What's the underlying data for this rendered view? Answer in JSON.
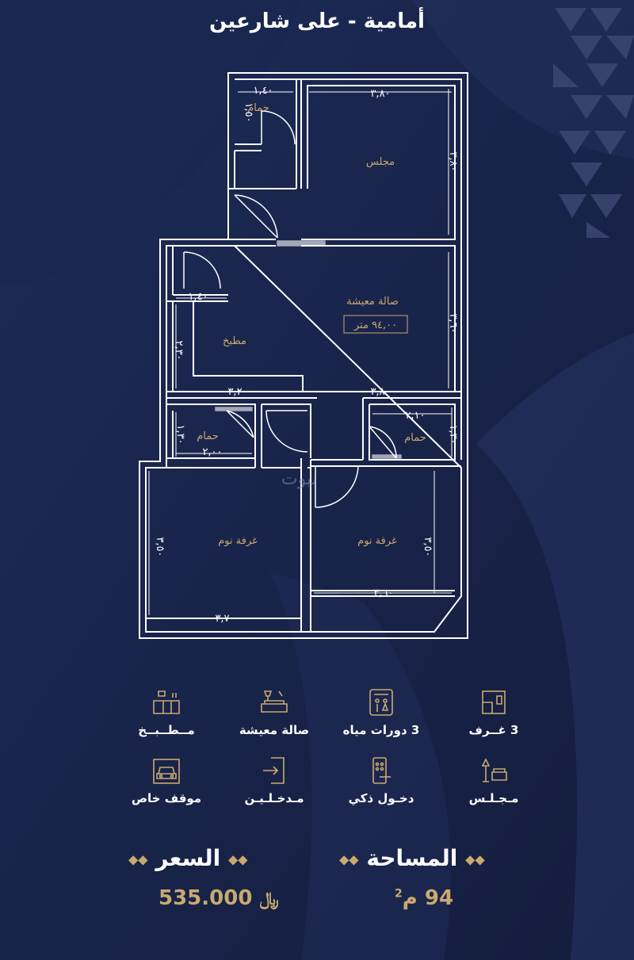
{
  "header": {
    "title": "أمامية - على شارعين"
  },
  "watermark": "بيوت",
  "plan": {
    "rooms": {
      "majlis": "مجلس",
      "living": "صالة معيشة",
      "kitchen": "مطبخ",
      "bath_top": "حمام",
      "bath_left": "حمام",
      "bath_right": "حمام",
      "bedroom_left": "غرفة نوم",
      "bedroom_right": "غرفة نوم"
    },
    "area_tag": "٩٤,٠٠ متر",
    "dimensions": {
      "d1": "١,٤٠",
      "d2": "٣,٨٠",
      "d3": "٣,٨٠",
      "d4": "١,٥٠",
      "d5": "١,٤٠",
      "d6": "٣,٦٠",
      "d7": "٢,٣٠",
      "d8": "٣,٢٠",
      "d9": "٣,٨٠",
      "d10": "٢,١٠",
      "d11": "١,٣٠",
      "d12": "١,٣٠",
      "d13": "٢,٠٠",
      "d14": "٣,٥٠",
      "d15": "٣,٥٠",
      "d16": "٣,٦٠",
      "d17": "٣,٧٠"
    }
  },
  "features": {
    "rooms": {
      "label": "3 غــرف",
      "icon": "bedroom-icon"
    },
    "baths": {
      "label": "3 دورات مياه",
      "icon": "wc-icon"
    },
    "living": {
      "label": "صالة معيشة",
      "icon": "sofa-icon"
    },
    "kitchen": {
      "label": "مــطــبــخ",
      "icon": "kitchen-icon"
    },
    "majlis": {
      "label": "مـجـلـس",
      "icon": "armchair-icon"
    },
    "smart_entry": {
      "label": "دخـول ذكي",
      "icon": "smart-lock-icon"
    },
    "two_entrances": {
      "label": "مـدخـلـيـن",
      "icon": "door-enter-icon"
    },
    "parking": {
      "label": "موقف خاص",
      "icon": "car-icon"
    }
  },
  "info": {
    "area_label": "المساحة",
    "area_value": "94 م",
    "area_unit_sup": "2",
    "price_label": "السعر",
    "price_value": "535.000",
    "currency_symbol": "﷼"
  },
  "colors": {
    "background": "#18244a",
    "gold": "#c9a96e",
    "wall": "#ffffff"
  }
}
